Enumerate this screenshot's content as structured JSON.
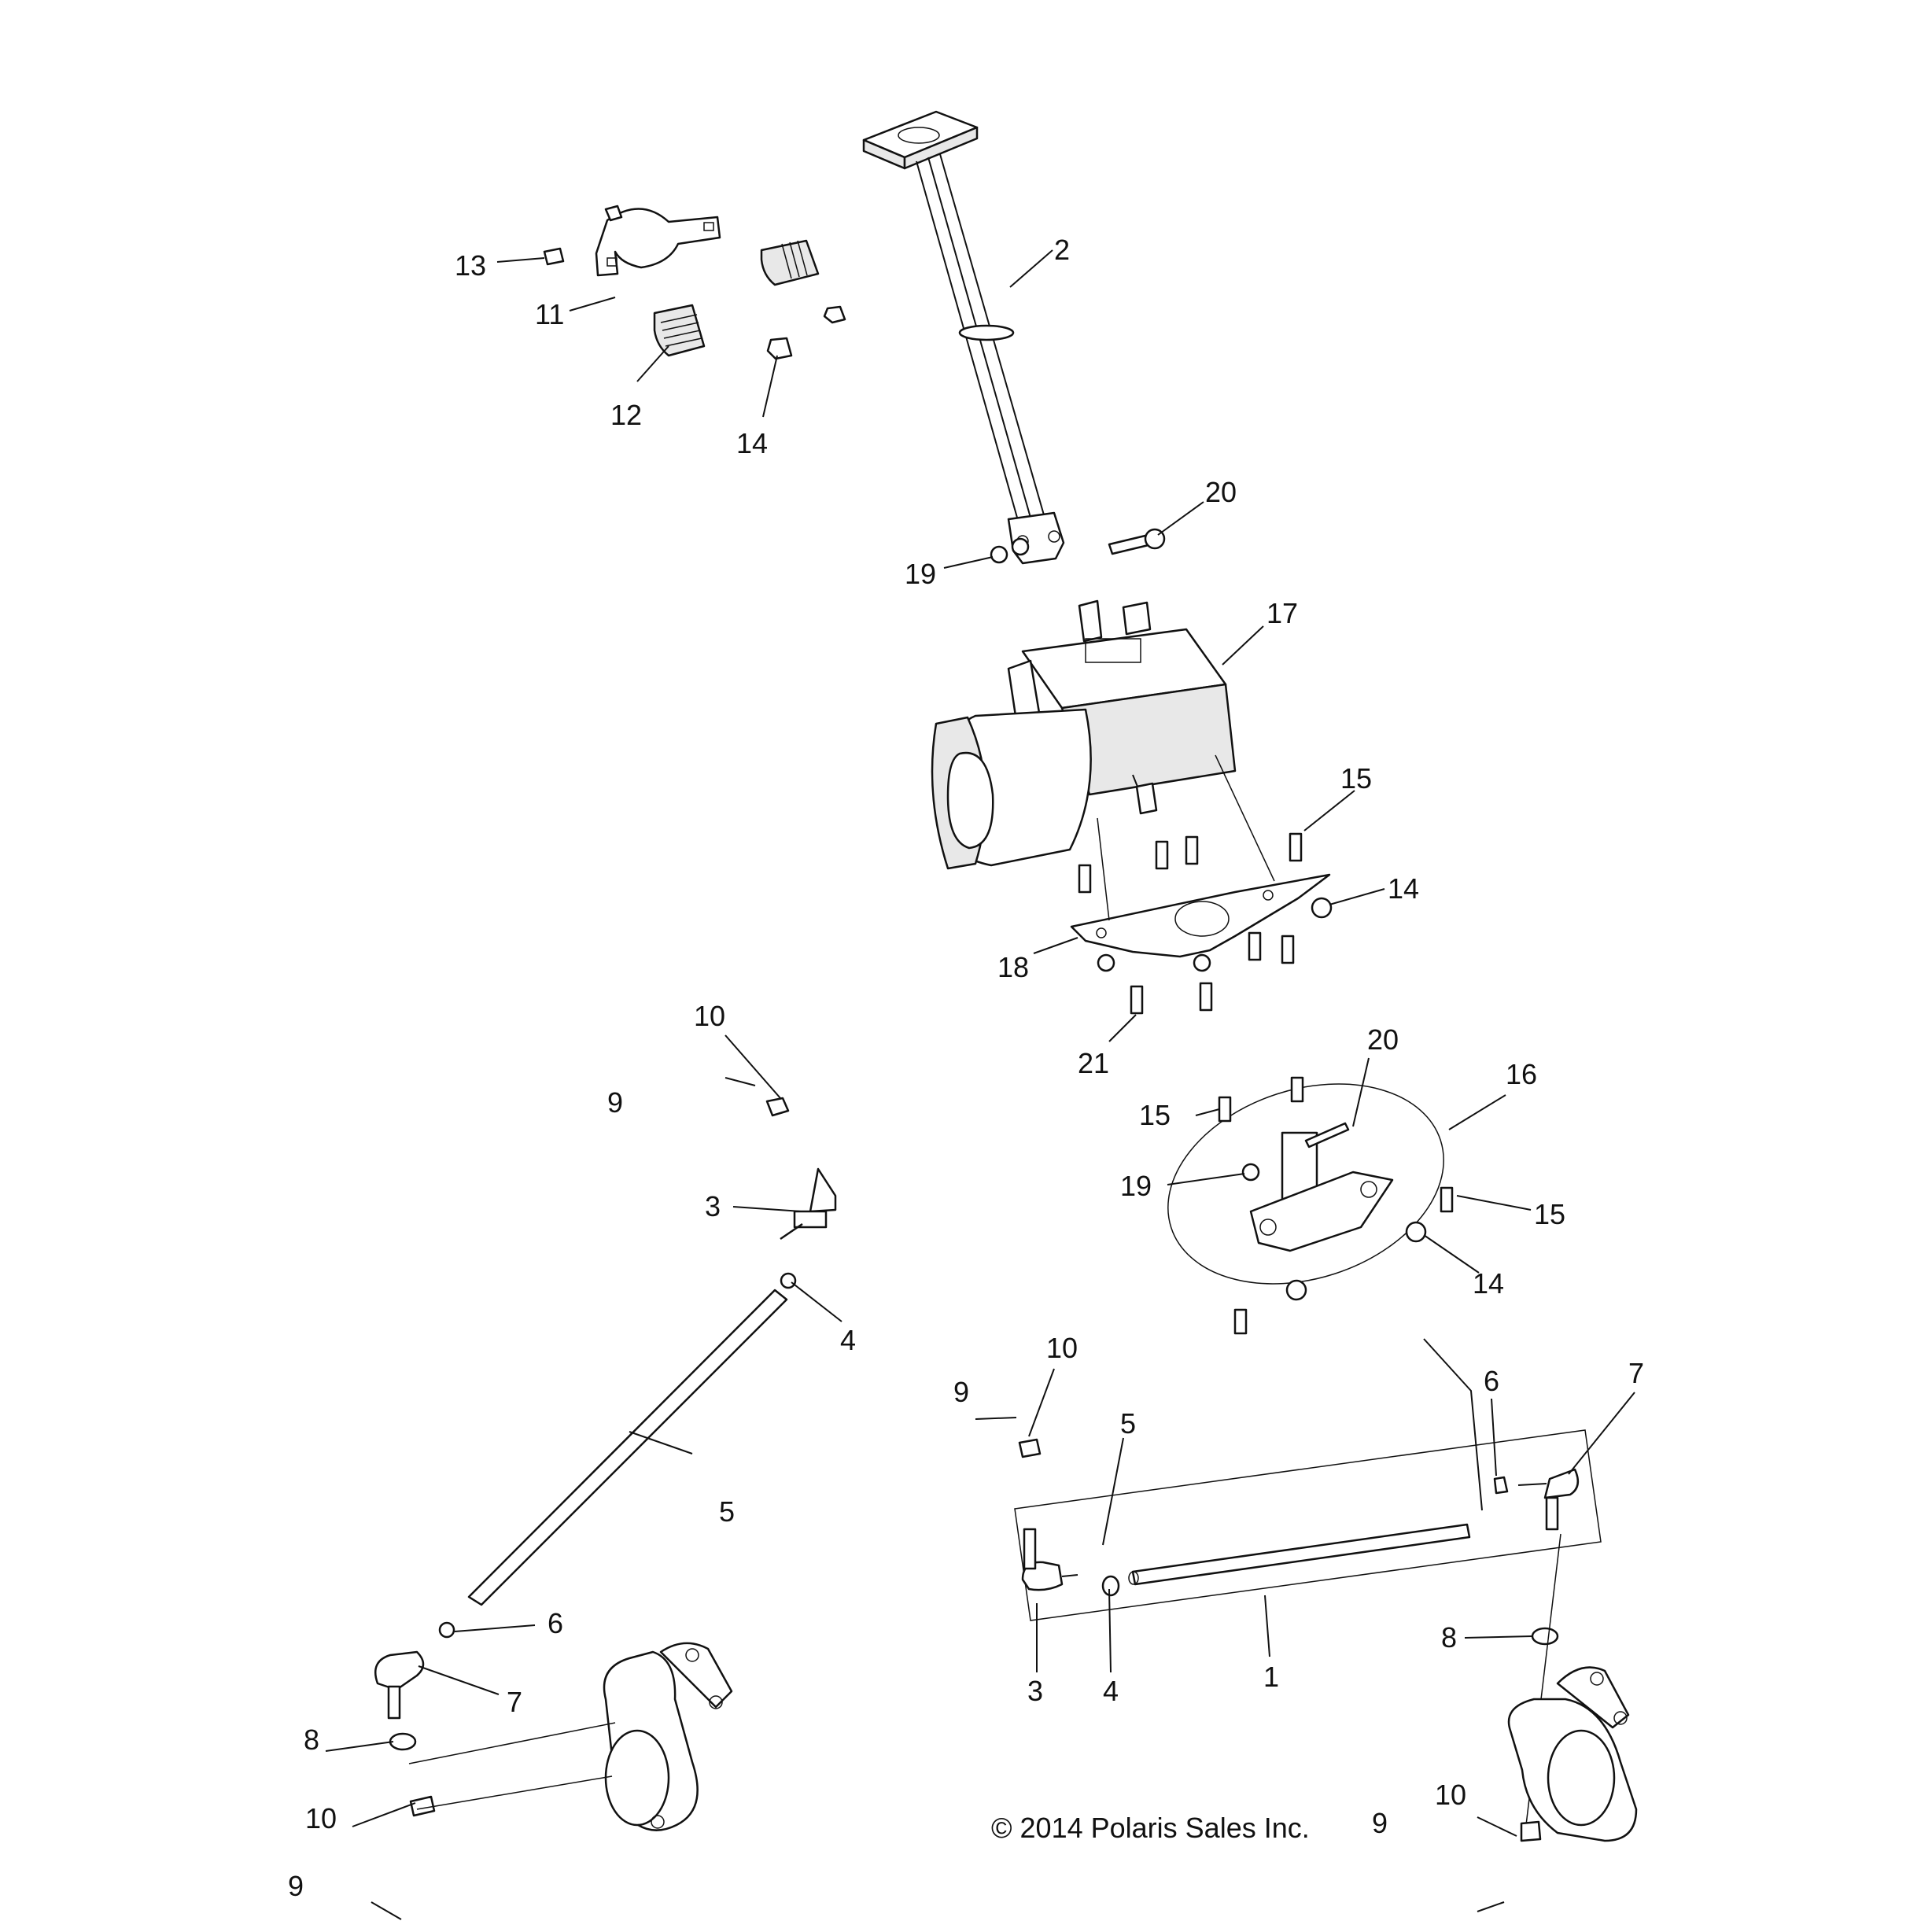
{
  "copyright": "© 2014 Polaris Sales Inc.",
  "callouts": [
    {
      "id": "c2",
      "text": "2"
    },
    {
      "id": "c13",
      "text": "13"
    },
    {
      "id": "c11",
      "text": "11"
    },
    {
      "id": "c12",
      "text": "12"
    },
    {
      "id": "c14a",
      "text": "14"
    },
    {
      "id": "c20a",
      "text": "20"
    },
    {
      "id": "c19a",
      "text": "19"
    },
    {
      "id": "c17",
      "text": "17"
    },
    {
      "id": "c15a",
      "text": "15"
    },
    {
      "id": "c14b",
      "text": "14"
    },
    {
      "id": "c18",
      "text": "18"
    },
    {
      "id": "c21",
      "text": "21"
    },
    {
      "id": "c20b",
      "text": "20"
    },
    {
      "id": "c16",
      "text": "16"
    },
    {
      "id": "c15b",
      "text": "15"
    },
    {
      "id": "c19b",
      "text": "19"
    },
    {
      "id": "c15c",
      "text": "15"
    },
    {
      "id": "c14c",
      "text": "14"
    },
    {
      "id": "c10a",
      "text": "10"
    },
    {
      "id": "c9a",
      "text": "9"
    },
    {
      "id": "c3a",
      "text": "3"
    },
    {
      "id": "c4a",
      "text": "4"
    },
    {
      "id": "c5a",
      "text": "5"
    },
    {
      "id": "c6a",
      "text": "6"
    },
    {
      "id": "c7a",
      "text": "7"
    },
    {
      "id": "c8a",
      "text": "8"
    },
    {
      "id": "c10b",
      "text": "10"
    },
    {
      "id": "c9b",
      "text": "9"
    },
    {
      "id": "c9c",
      "text": "9"
    },
    {
      "id": "c10c",
      "text": "10"
    },
    {
      "id": "c5b",
      "text": "5"
    },
    {
      "id": "c6b",
      "text": "6"
    },
    {
      "id": "c7b",
      "text": "7"
    },
    {
      "id": "c3b",
      "text": "3"
    },
    {
      "id": "c4b",
      "text": "4"
    },
    {
      "id": "c1",
      "text": "1"
    },
    {
      "id": "c8b",
      "text": "8"
    },
    {
      "id": "c10d",
      "text": "10"
    },
    {
      "id": "c9d",
      "text": "9"
    }
  ]
}
